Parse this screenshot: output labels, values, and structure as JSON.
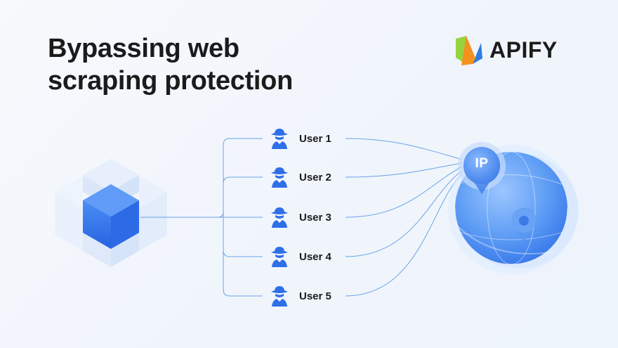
{
  "title": {
    "line1": "Bypassing web",
    "line2": "scraping protection"
  },
  "logo": {
    "text": "APIFY"
  },
  "users": [
    {
      "label": "User 1"
    },
    {
      "label": "User 2"
    },
    {
      "label": "User 3"
    },
    {
      "label": "User 4"
    },
    {
      "label": "User 5"
    }
  ],
  "globe": {
    "ip_label": "IP"
  },
  "icons": {
    "user": "incognito-user-icon",
    "source": "cube-cluster-icon",
    "globe": "globe-icon",
    "ip": "ip-location-pin-icon",
    "location": "location-pin-icon"
  },
  "colors": {
    "accent": "#2f6fe8",
    "line": "#6aa2e6",
    "text": "#1b1b1b",
    "logo_green": "#97d33e",
    "logo_orange": "#f6901e",
    "logo_blue": "#2f7de1"
  }
}
